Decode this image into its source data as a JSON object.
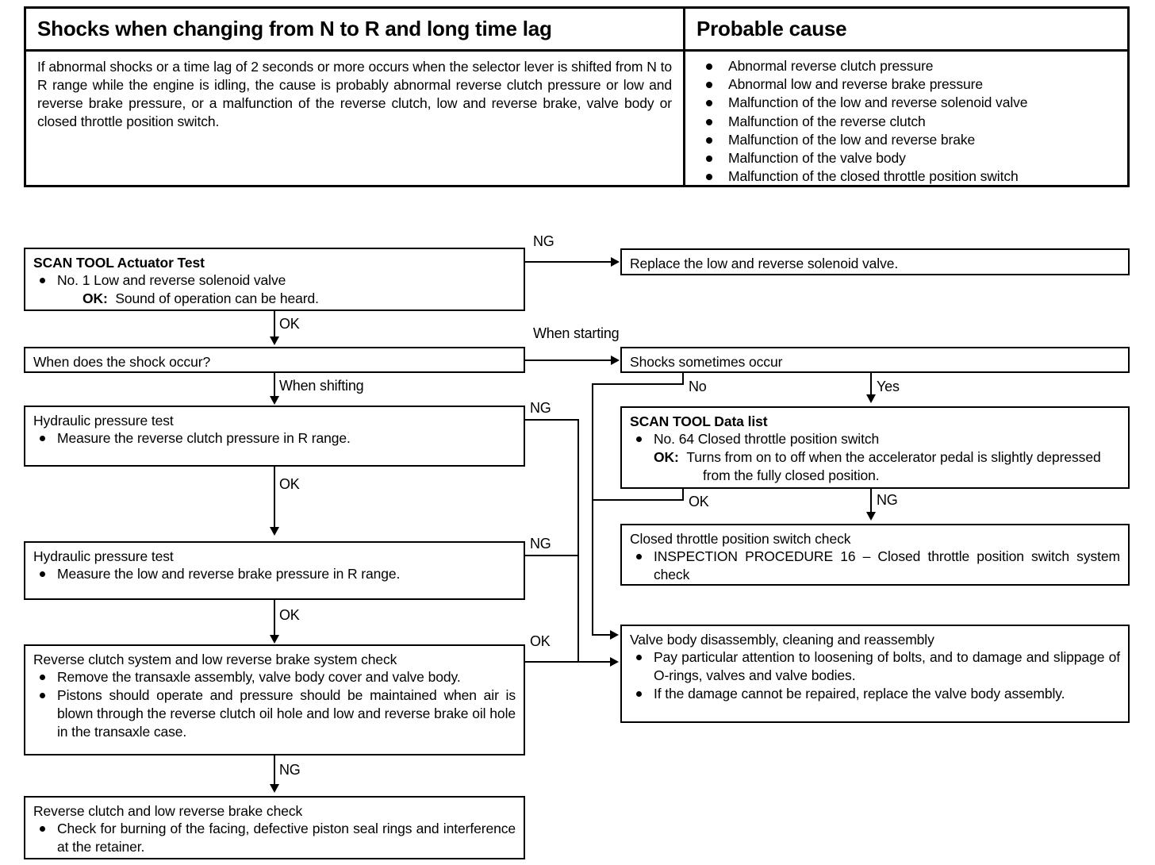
{
  "symptom_table": {
    "header_left": "Shocks when changing from N to R and long time lag",
    "header_right": "Probable cause",
    "description": "If abnormal shocks or a time lag of 2 seconds or more occurs when the selector lever is shifted from N to R range while the engine is idling, the cause is probably abnormal reverse clutch pressure or low and reverse brake pressure, or a malfunction of the reverse clutch, low and reverse brake, valve body or closed throttle position switch.",
    "causes": [
      "Abnormal reverse clutch pressure",
      "Abnormal low and reverse brake pressure",
      "Malfunction of the low and reverse solenoid valve",
      "Malfunction of the reverse clutch",
      "Malfunction of the low and reverse brake",
      "Malfunction of the valve body",
      "Malfunction of the closed throttle position switch"
    ]
  },
  "flow": {
    "actuator_test": {
      "title": "SCAN TOOL Actuator Test",
      "item": "No. 1 Low and reverse solenoid valve",
      "ok_label": "OK:",
      "ok_text": "Sound of operation can be heard."
    },
    "replace_solenoid": {
      "title": "Replace the low and reverse solenoid valve."
    },
    "when_shock": {
      "title": "When does the shock occur?"
    },
    "shocks_sometimes": {
      "title": "Shocks sometimes occur"
    },
    "hydraulic_1": {
      "title": "Hydraulic pressure test",
      "item": "Measure the reverse clutch pressure in R range."
    },
    "data_list": {
      "title": "SCAN TOOL Data list",
      "item": "No. 64 Closed throttle position switch",
      "ok_label": "OK:",
      "ok_text": "Turns from on to off when the accelerator pedal is slightly depressed from the fully closed position."
    },
    "hydraulic_2": {
      "title": "Hydraulic pressure test",
      "item": "Measure the low and reverse brake pressure in R range."
    },
    "ctps_check": {
      "title": "Closed throttle position switch check",
      "item": "INSPECTION PROCEDURE 16 – Closed throttle position switch system check"
    },
    "reverse_clutch_system": {
      "title": "Reverse clutch system and low reverse brake system check",
      "item1": "Remove the transaxle assembly, valve body cover and valve body.",
      "item2": "Pistons should operate and pressure should be maintained when air is blown through the reverse clutch oil hole and low and reverse brake oil hole in the transaxle case."
    },
    "valve_body": {
      "title": "Valve body disassembly, cleaning and reassembly",
      "item1": "Pay particular attention to loosening of bolts, and to damage and slippage of O-rings, valves and valve bodies.",
      "item2": "If the damage cannot be repaired, replace the valve body assembly."
    },
    "reverse_clutch_check": {
      "title": "Reverse clutch and low reverse brake check",
      "item": "Check for burning of the facing, defective piston seal rings and interference at the retainer."
    }
  },
  "labels": {
    "ng_actuator": "NG",
    "ok_actuator": "OK",
    "when_starting": "When starting",
    "when_shifting": "When shifting",
    "no": "No",
    "yes": "Yes",
    "ng_hyd1": "NG",
    "ok_hyd1": "OK",
    "ok_datalist": "OK",
    "ng_datalist": "NG",
    "ng_hyd2": "NG",
    "ok_hyd2": "OK",
    "ok_revsys": "OK",
    "ng_revsys": "NG"
  }
}
